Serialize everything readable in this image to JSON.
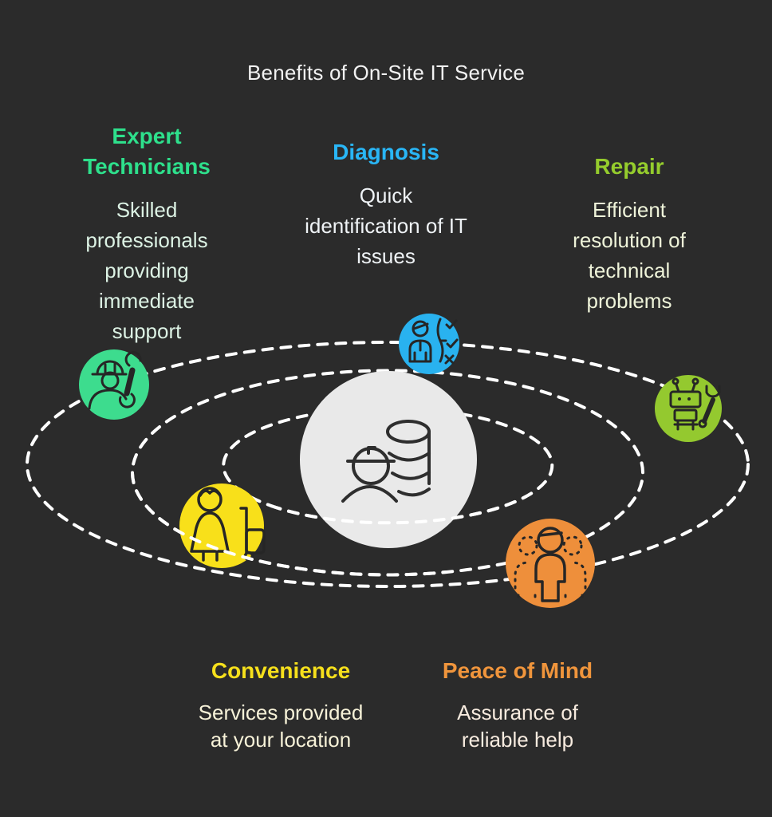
{
  "title": "Benefits of On-Site IT Service",
  "colors": {
    "background": "#2b2b2b",
    "title_color": "#f2f2f2",
    "orbit_color": "#ffffff",
    "center_circle": "#e9e9e9",
    "center_icon_stroke": "#2e2e2e",
    "icon_stroke": "#262626"
  },
  "center": {
    "icon": "technician-database-icon"
  },
  "sections": [
    {
      "id": "expert-technicians",
      "title": "Expert Technicians",
      "title_lines": [
        "Expert",
        "Technicians"
      ],
      "description": "Skilled professionals providing immediate support",
      "description_lines": [
        "Skilled",
        "professionals",
        "providing",
        "immediate",
        "support"
      ],
      "title_color": "#2ee08c",
      "body_color": "#dcf2e4",
      "node_color": "#3ddc8e",
      "icon": "technician-wrench-icon"
    },
    {
      "id": "diagnosis",
      "title": "Diagnosis",
      "title_lines": [
        "Diagnosis"
      ],
      "description": "Quick identification of IT issues",
      "description_lines": [
        "Quick",
        "identification of IT",
        "issues"
      ],
      "title_color": "#29b6f6",
      "body_color": "#eff3f6",
      "node_color": "#29b2ef",
      "icon": "diagnosis-checklist-icon"
    },
    {
      "id": "repair",
      "title": "Repair",
      "title_lines": [
        "Repair"
      ],
      "description": "Efficient resolution of technical problems",
      "description_lines": [
        "Efficient",
        "resolution of",
        "technical",
        "problems"
      ],
      "title_color": "#95cc2d",
      "body_color": "#eef3d9",
      "node_color": "#94c92f",
      "icon": "robot-wrench-icon"
    },
    {
      "id": "convenience",
      "title": "Convenience",
      "title_lines": [
        "Convenience"
      ],
      "description": "Services provided at your location",
      "description_lines": [
        "Services provided",
        "at your location"
      ],
      "title_color": "#f6e01c",
      "body_color": "#f7f2d8",
      "node_color": "#f8e01a",
      "icon": "person-trolley-icon"
    },
    {
      "id": "peace-of-mind",
      "title": "Peace of Mind",
      "title_lines": [
        "Peace of Mind"
      ],
      "description": "Assurance of reliable help",
      "description_lines": [
        "Assurance of",
        "reliable help"
      ],
      "title_color": "#f0953c",
      "body_color": "#f7ebdf",
      "node_color": "#ee8f3b",
      "icon": "team-group-icon"
    }
  ]
}
